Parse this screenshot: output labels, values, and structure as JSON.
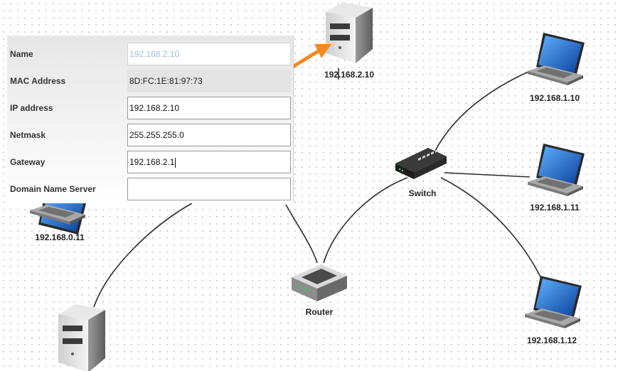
{
  "nodes": {
    "server_top": "192.168.2.10",
    "laptop_1_10": "192.168.1.10",
    "laptop_1_11": "192.168.1.11",
    "laptop_1_12": "192.168.1.12",
    "laptop_0_11": "192.168.0.11",
    "switch": "Switch",
    "router": "Router"
  },
  "properties": {
    "rows": [
      {
        "label": "Name",
        "value": "192.168.2.10"
      },
      {
        "label": "MAC Address",
        "value": "8D:FC:1E:81:97:73"
      },
      {
        "label": "IP address",
        "value": "192.168.2.10"
      },
      {
        "label": "Netmask",
        "value": "255.255.255.0"
      },
      {
        "label": "Gateway",
        "value": "192.168.2.1"
      },
      {
        "label": "Domain Name Server",
        "value": ""
      }
    ]
  },
  "colors": {
    "arrow": "#f28a1f",
    "laptop_screen": "#1f6fd6",
    "link": "#2b2b2b"
  }
}
